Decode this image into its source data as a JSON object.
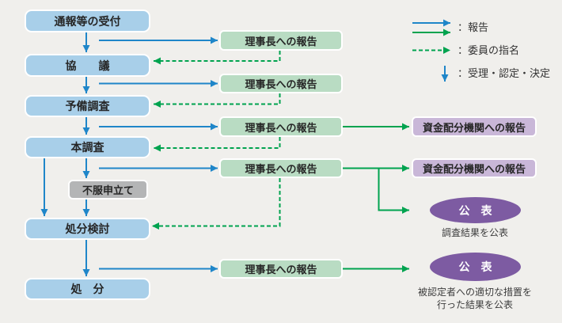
{
  "flow": {
    "process_nodes": [
      {
        "label": "通報等の受付"
      },
      {
        "label": "協　　議"
      },
      {
        "label": "予備調査"
      },
      {
        "label": "本調査"
      },
      {
        "label": "不服申立て"
      },
      {
        "label": "処分検討"
      },
      {
        "label": "処　分"
      }
    ],
    "president_report_label": "理事長への報告",
    "funding_report_label": "資金配分機関への報告",
    "publish_label": "公　表",
    "publish_caption_1": "調査結果を公表",
    "publish_caption_2_lines": [
      "被認定者への適切な措置を",
      "行った結果を公表"
    ]
  },
  "legend": {
    "report_label": "：報告",
    "nomination_label": "：委員の指名",
    "decision_label": "：受理・認定・決定"
  },
  "colors": {
    "background": "#f0efec",
    "process_box_fill": "#a8cfe9",
    "appeal_box_fill": "#b4b5b6",
    "report_box_fill": "#b9dcc3",
    "funding_box_fill": "#c9b7d8",
    "publish_ellipse_fill": "#7d5ba2",
    "blue_arrow": "#1f86c9",
    "green_arrow": "#00a34f",
    "text": "#262626"
  }
}
